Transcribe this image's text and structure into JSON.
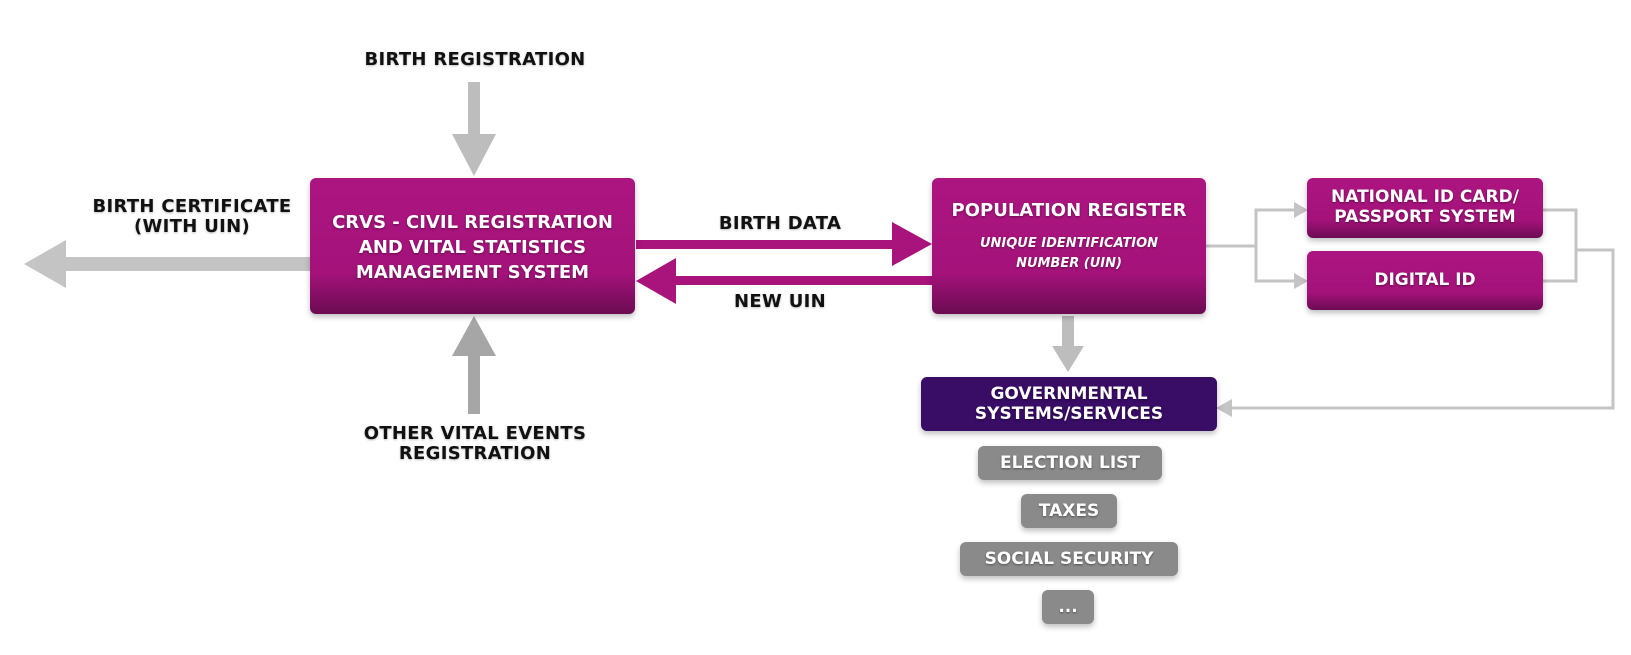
{
  "labels": {
    "birth_registration": "BIRTH REGISTRATION",
    "birth_certificate": [
      "BIRTH CERTIFICATE",
      "(WITH UIN)"
    ],
    "birth_data": "BIRTH DATA",
    "new_uin": "NEW UIN",
    "other_vital_events": [
      "OTHER VITAL EVENTS",
      "REGISTRATION"
    ]
  },
  "nodes": {
    "crvs": [
      "CRVS - CIVIL REGISTRATION",
      "AND VITAL STATISTICS",
      "MANAGEMENT SYSTEM"
    ],
    "population_register": {
      "title": "POPULATION REGISTER",
      "subtitle": [
        "UNIQUE IDENTIFICATION",
        "NUMBER (UIN)"
      ]
    },
    "national_id": [
      "NATIONAL ID CARD/",
      "PASSPORT SYSTEM"
    ],
    "digital_id": "DIGITAL ID",
    "governmental": [
      "GOVERNMENTAL",
      "SYSTEMS/SERVICES"
    ],
    "services": [
      "ELECTION LIST",
      "TAXES",
      "SOCIAL SECURITY",
      "..."
    ]
  },
  "colors": {
    "magenta": "#a8137c",
    "purple": "#390c66",
    "grey_box": "#8a8a8a",
    "arrow_grey": "#bdbdbd",
    "arrow_magenta": "#a8137c"
  }
}
